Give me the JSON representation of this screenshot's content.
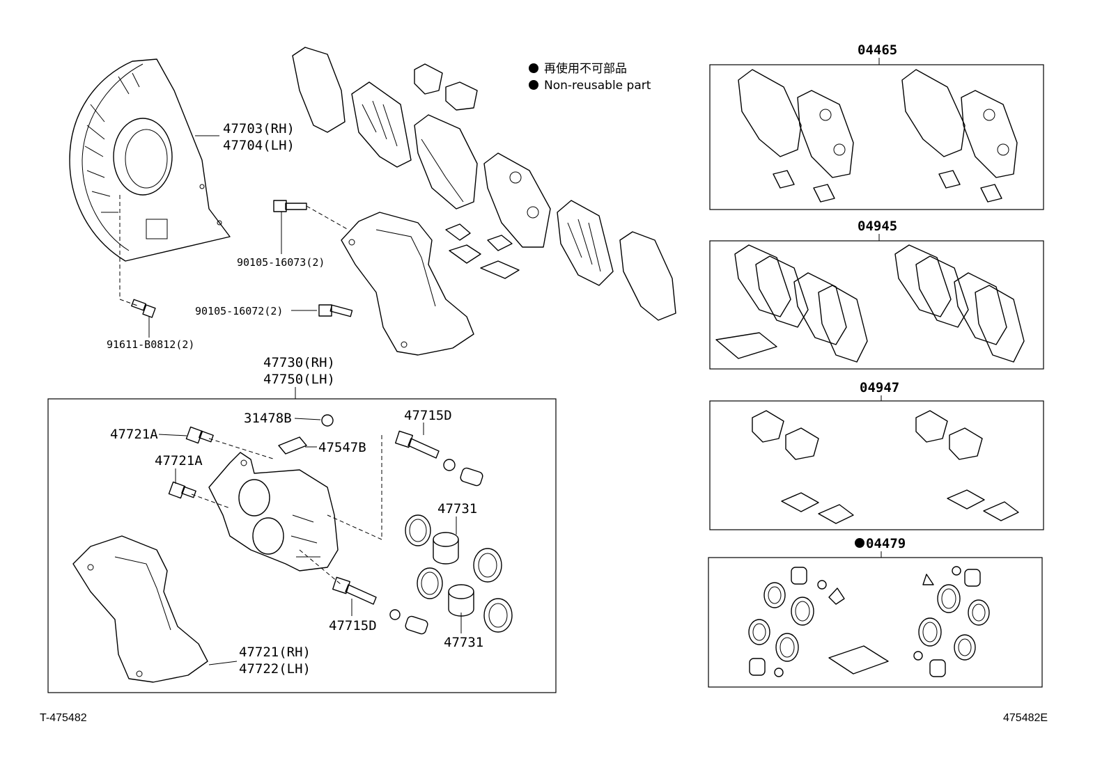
{
  "legend": {
    "line_jp": "再使用不可部品",
    "line_en": "Non-reusable part"
  },
  "labels": {
    "p47703": "47703(RH)",
    "p47704": "47704(LH)",
    "p90105_16073": "90105-16073(2)",
    "p90105_16072": "90105-16072(2)",
    "p91611": "91611-B0812(2)",
    "p47730": "47730(RH)",
    "p47750": "47750(LH)",
    "p31478B": "31478B",
    "p47721A_top": "47721A",
    "p47721A_bot": "47721A",
    "p47547B": "47547B",
    "p47715D_top": "47715D",
    "p47715D_bot": "47715D",
    "p47731_top": "47731",
    "p47731_bot": "47731",
    "p47721": "47721(RH)",
    "p47722": "47722(LH)"
  },
  "kits": {
    "k04465": "04465",
    "k04945": "04945",
    "k04947": "04947",
    "k04479": "04479"
  },
  "footer": {
    "left": "T-475482",
    "right": "475482E"
  }
}
